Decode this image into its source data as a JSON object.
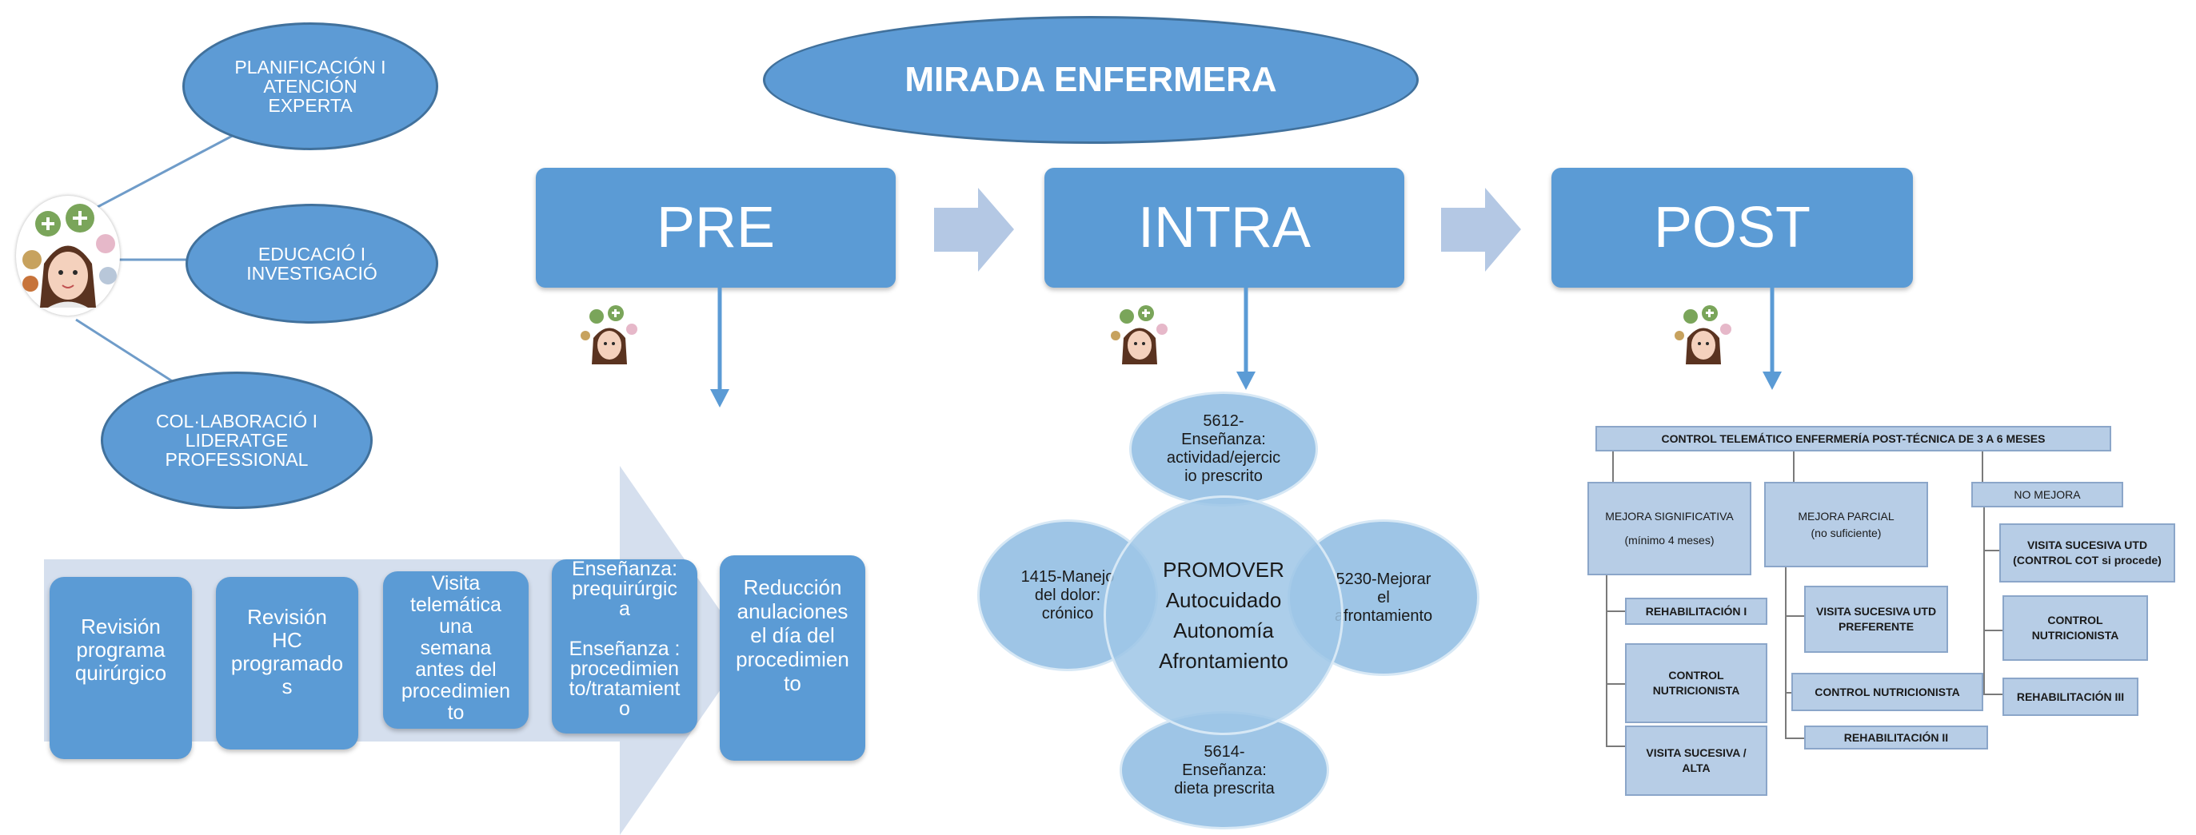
{
  "title": "MIRADA ENFERMERA",
  "left_ellipses": {
    "planning": "PLANIFICACIÓN I\nATENCIÓN\nEXPERTA",
    "education": "EDUCACIÓ I\nINVESTIGACIÓ",
    "collaboration": "COL·LABORACIÓ I\nLIDERATGE\nPROFESSIONAL"
  },
  "phases": {
    "pre": "PRE",
    "intra": "INTRA",
    "post": "POST"
  },
  "pre_steps": [
    "Revisión\nprograma\nquirúrgico",
    "Revisión\nHC\nprogramado\ns",
    "Visita\ntelemática\nuna\nsemana\nantes del\nprocedimien\nto",
    "Enseñanza:\nprequirúrgic\na\n\nEnseñanza :\nprocedimien\nto/tratamient\no",
    "Reducción\nanulaciones\nel día del\nprocedimien\nto"
  ],
  "intra": {
    "center": [
      "PROMOVER",
      "Autocuidado",
      "Autonomía",
      "Afrontamiento"
    ],
    "top": "5612-\nEnseñanza:\nactividad/ejercic\nio prescrito",
    "left": "1415-Manejo\ndel dolor:\ncrónico",
    "right": "5230-Mejorar\nel\nafrontamiento",
    "bottom": "5614-\nEnseñanza:\ndieta prescrita"
  },
  "post": {
    "header": "CONTROL TELEMÁTICO ENFERMERÍA  POST-TÉCNICA  DE 3 A 6 MESES",
    "mejora_significativa": "MEJORA  SIGNIFICATIVA\n\n(mínimo 4 meses)",
    "mejora_parcial": "MEJORA PARCIAL\n(no suficiente)",
    "no_mejora": "NO MEJORA",
    "sig_items": [
      "REHABILITACIÓN I",
      "CONTROL\nNUTRICIONISTA",
      "VISITA SUCESIVA /\nALTA"
    ],
    "parcial_items": [
      "VISITA SUCESIVA UTD\nPREFERENTE",
      "CONTROL NUTRICIONISTA",
      "REHABILITACIÓN II"
    ],
    "no_items": [
      "VISITA SUCESIVA UTD\n(CONTROL COT si procede)",
      "CONTROL\nNUTRICIONISTA",
      "REHABILITACIÓN III"
    ]
  }
}
